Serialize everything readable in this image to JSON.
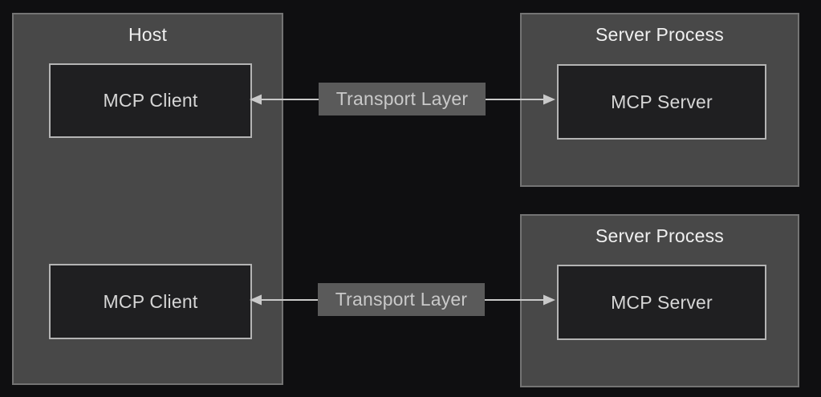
{
  "colors": {
    "bg": "#0f0f11",
    "group-fill": "#484848",
    "group-border": "#747474",
    "inner-fill": "#1f1f21",
    "inner-border": "#b4b4b4",
    "title-color": "#f0f0f0",
    "inner-text": "#d6d6d6",
    "label-bg": "#5a5a5a",
    "label-text": "#c9c9c9",
    "arrow-color": "#c9c9c9"
  },
  "host": {
    "title": "Host",
    "clients": [
      {
        "label": "MCP Client"
      },
      {
        "label": "MCP Client"
      }
    ]
  },
  "server_processes": [
    {
      "title": "Server Process",
      "server": {
        "label": "MCP Server"
      }
    },
    {
      "title": "Server Process",
      "server": {
        "label": "MCP Server"
      }
    }
  ],
  "transports": [
    {
      "label": "Transport Layer"
    },
    {
      "label": "Transport Layer"
    }
  ]
}
